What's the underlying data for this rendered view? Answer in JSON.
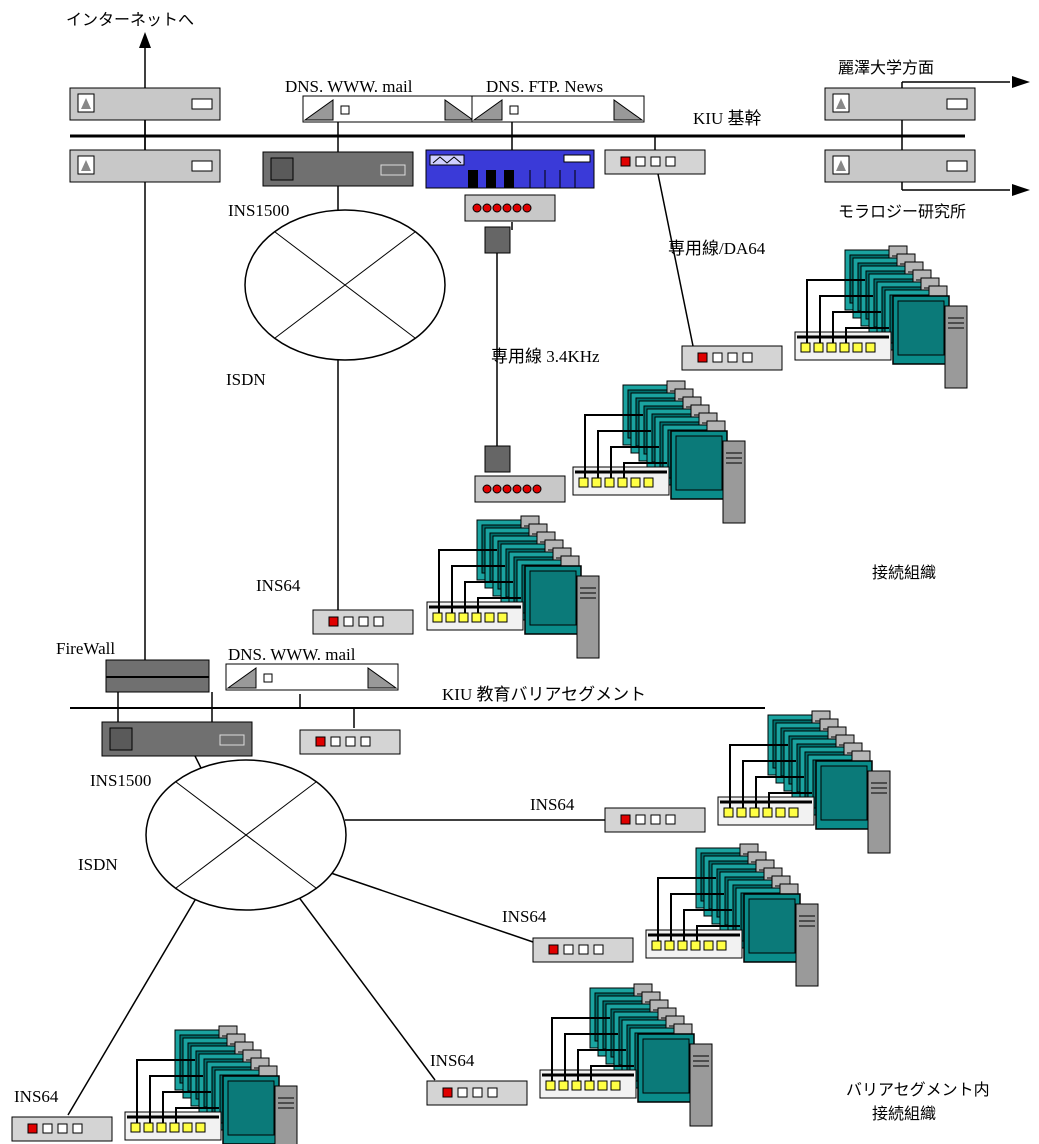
{
  "labels": {
    "internet": "インターネットへ",
    "reitaku": "麗澤大学方面",
    "moralogy": "モラロジー研究所",
    "backbone": "KIU 基幹",
    "dns_www_mail": "DNS. WWW. mail",
    "dns_ftp_news": "DNS. FTP. News",
    "ins1500_top": "INS1500",
    "isdn_top": "ISDN",
    "leased_da64": "専用線/DA64",
    "leased_34khz": "専用線 3.4KHz",
    "ins64_top": "INS64",
    "connected_orgs": "接続組織",
    "firewall": "FireWall",
    "dns_www_mail_bottom": "DNS. WWW. mail",
    "edu_segment": "KIU 教育バリアセグメント",
    "ins1500_bottom": "INS1500",
    "isdn_bottom": "ISDN",
    "ins64_a": "INS64",
    "ins64_b": "INS64",
    "ins64_c": "INS64",
    "ins64_d": "INS64",
    "barrier_orgs_line1": "バリアセグメント内",
    "barrier_orgs_line2": "接続組織"
  },
  "colors": {
    "router_light": "#c8c8c8",
    "router_dark": "#707070",
    "server_blue": "#3a3ad8",
    "monitor_teal": "#0a8c8a",
    "hub_yellow": "#ffff44",
    "led_red": "#e00000"
  }
}
